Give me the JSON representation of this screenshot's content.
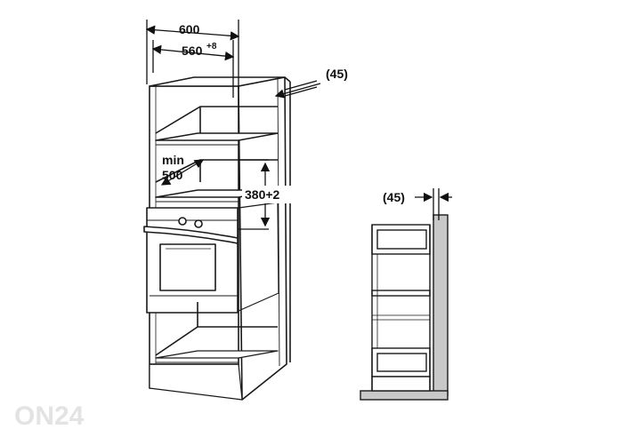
{
  "dimensions": {
    "overall_width": "600",
    "inner_width": "560",
    "inner_width_tolerance": "+8",
    "rear_gap": "(45)",
    "min_label": "min",
    "min_value": "500",
    "niche_height": "380+2",
    "side_rear_gap": "(45)"
  },
  "watermark": "ON24",
  "colors": {
    "line": "#1a1a1a",
    "wall_fill": "#c8c8c8",
    "cabinet_fill": "#ffffff"
  }
}
